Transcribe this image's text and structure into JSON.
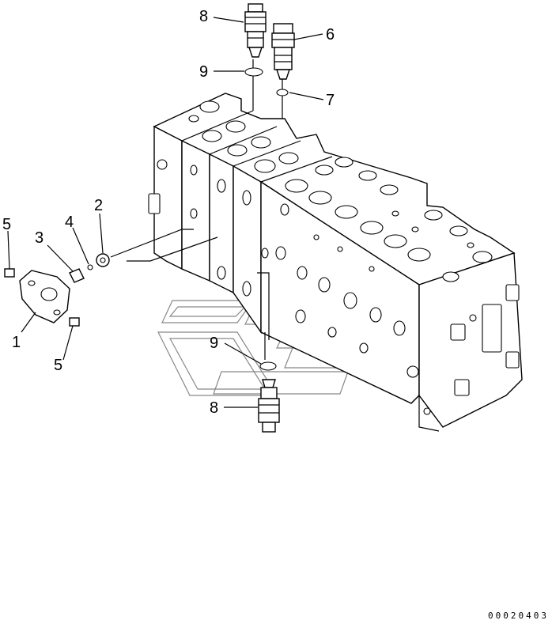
{
  "diagram": {
    "callouts": [
      {
        "id": "c8a",
        "label": "8"
      },
      {
        "id": "c6",
        "label": "6"
      },
      {
        "id": "c9a",
        "label": "9"
      },
      {
        "id": "c7",
        "label": "7"
      },
      {
        "id": "c2",
        "label": "2"
      },
      {
        "id": "c4",
        "label": "4"
      },
      {
        "id": "c5a",
        "label": "5"
      },
      {
        "id": "c3",
        "label": "3"
      },
      {
        "id": "c1",
        "label": "1"
      },
      {
        "id": "c5b",
        "label": "5"
      },
      {
        "id": "c9b",
        "label": "9"
      },
      {
        "id": "c8b",
        "label": "8"
      }
    ],
    "drawing_code": "00020403"
  }
}
